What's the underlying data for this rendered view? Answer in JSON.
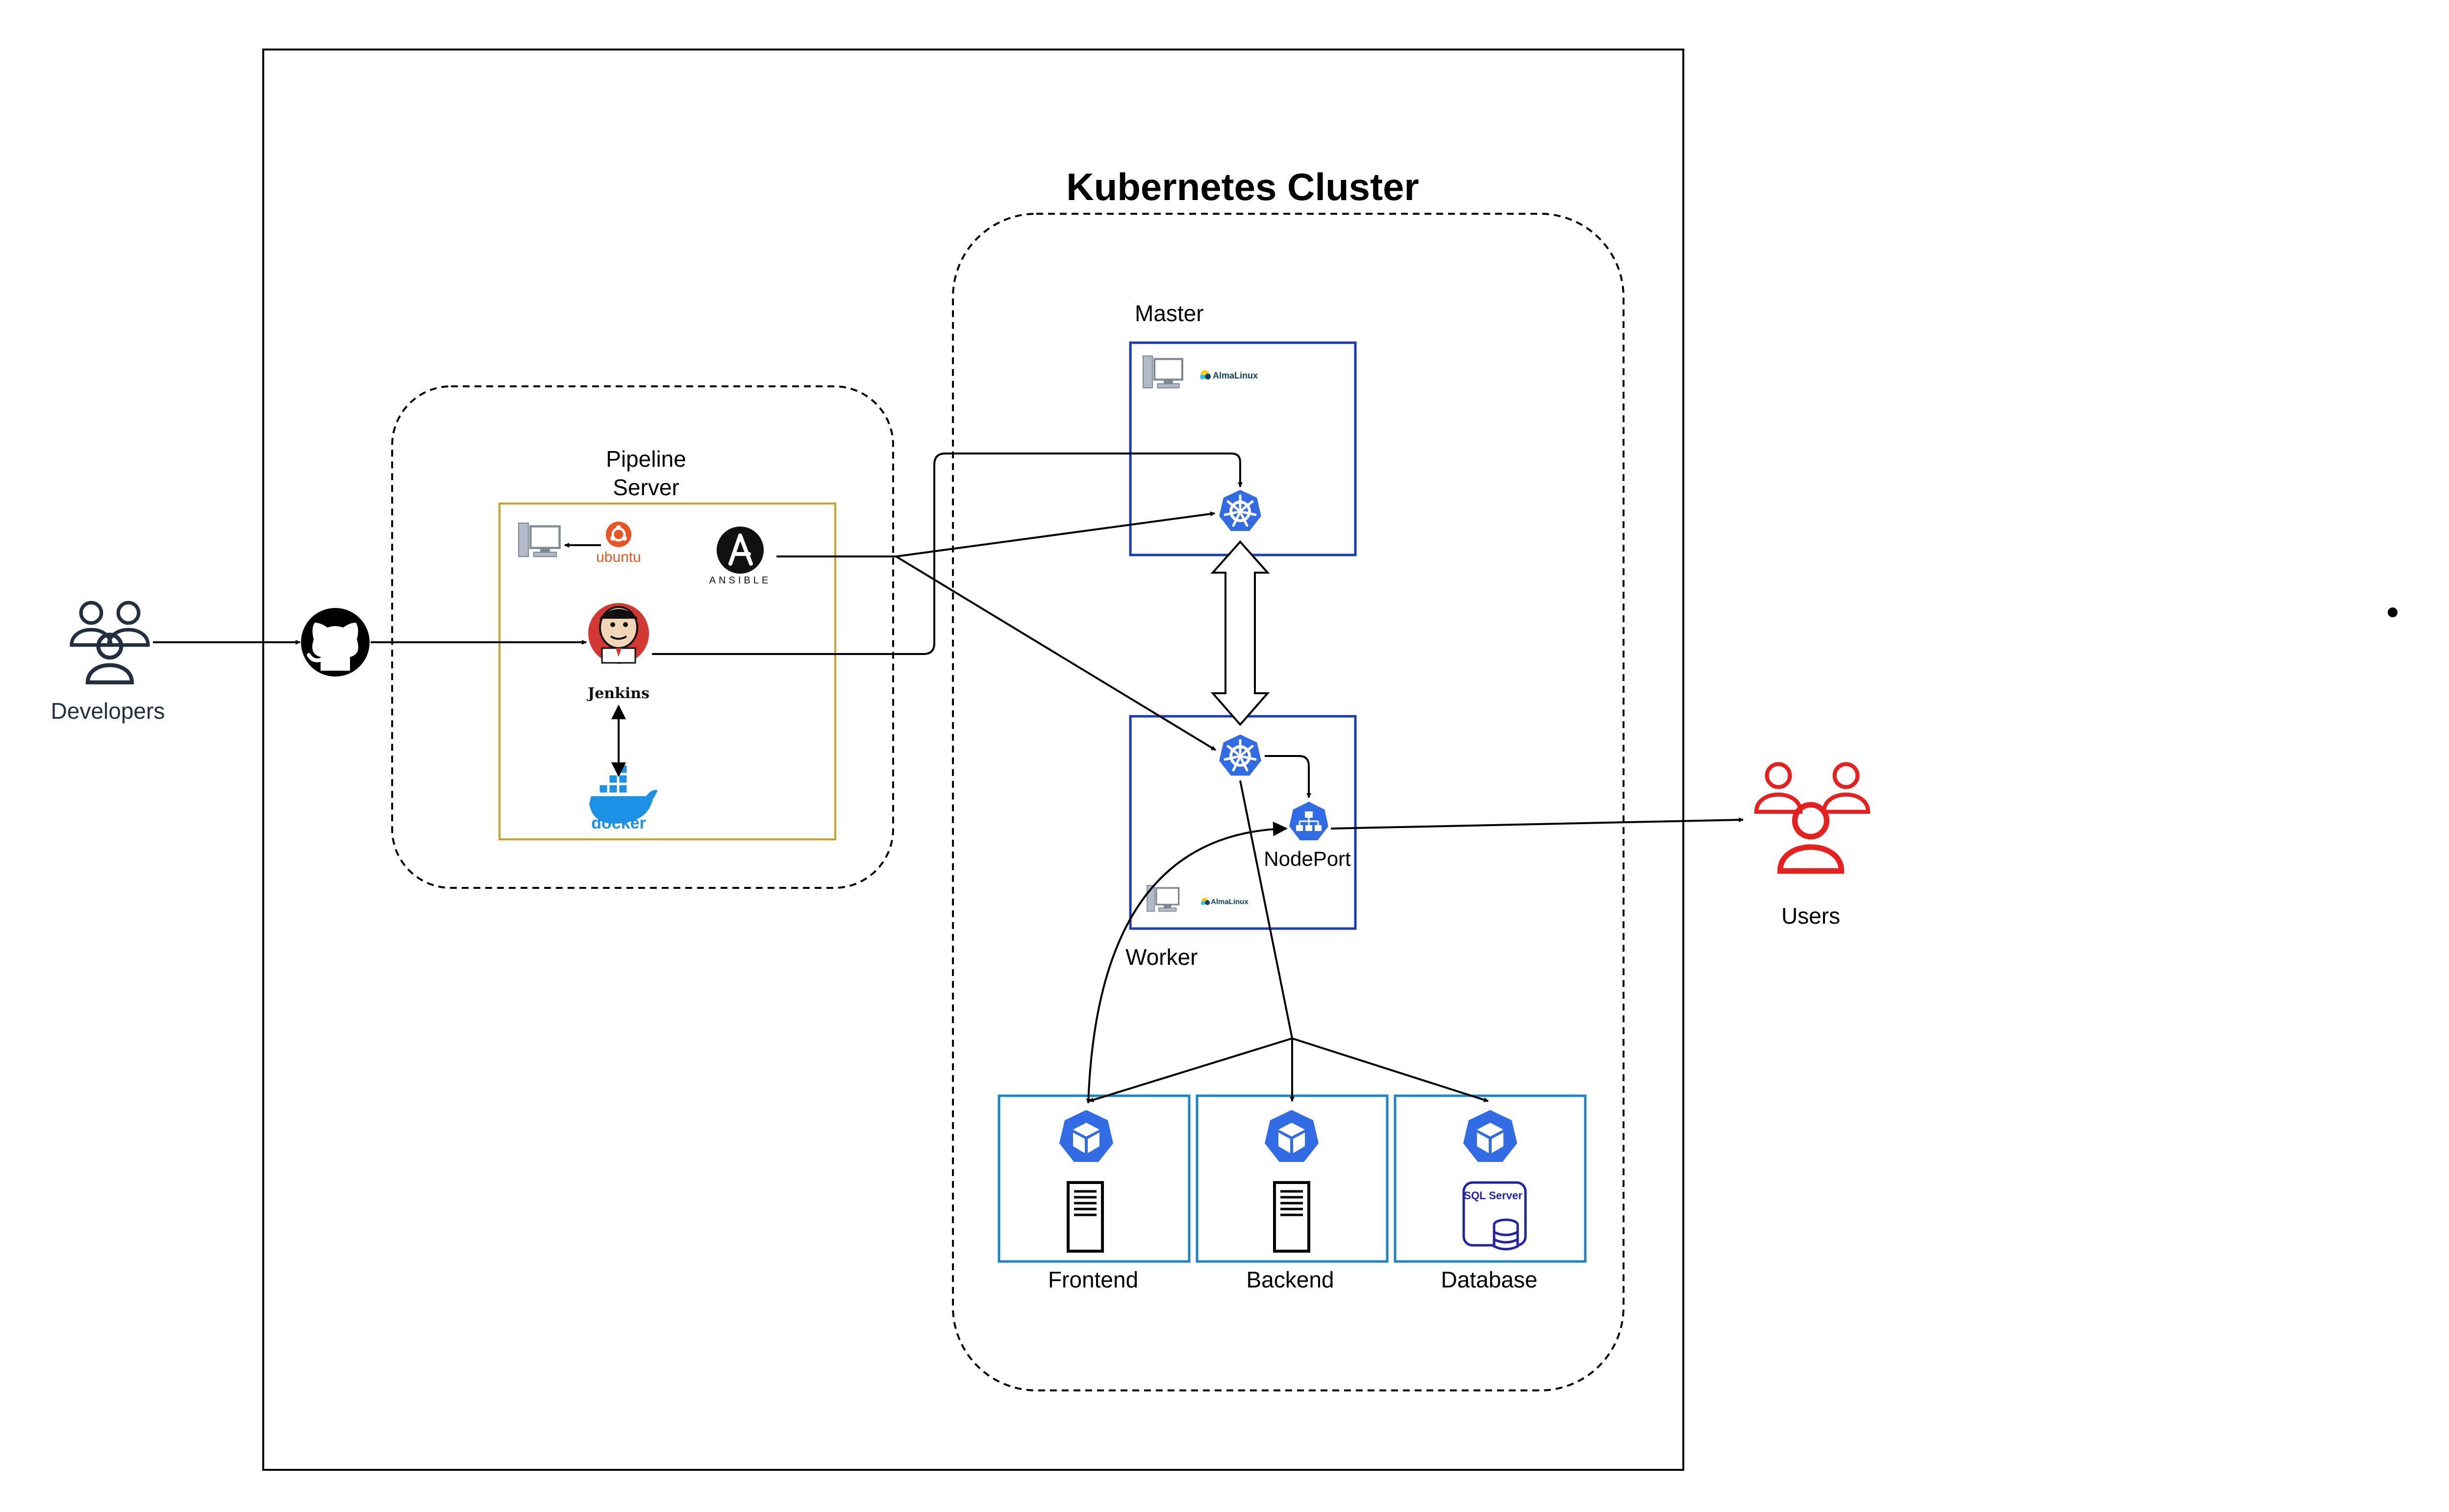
{
  "cluster_title": "Kubernetes Cluster",
  "pipeline_label_line1": "Pipeline",
  "pipeline_label_line2": "Server",
  "developers_label": "Developers",
  "users_label": "Users",
  "master_label": "Master",
  "worker_label": "Worker",
  "nodeport_label": "NodePort",
  "jenkins_label": "Jenkins",
  "ansible_label": "ANSIBLE",
  "ubuntu_label": "ubuntu",
  "docker_label": "docker",
  "almalinux_label": "AlmaLinux",
  "sqlserver_label": "SQL Server",
  "pods": [
    {
      "label": "Frontend",
      "icon": "server-icon"
    },
    {
      "label": "Backend",
      "icon": "server-icon"
    },
    {
      "label": "Database",
      "icon": "sql-server-icon"
    }
  ],
  "colors": {
    "accent_blue": "#326CE5",
    "node_border": "#1A3DB5",
    "pod_border": "#1B86C7",
    "pipeline_border": "#C9A227",
    "users_red": "#E5201F",
    "developers_navy": "#232F3E",
    "ubuntu_orange": "#E95420",
    "docker_blue": "#1D91E6"
  }
}
